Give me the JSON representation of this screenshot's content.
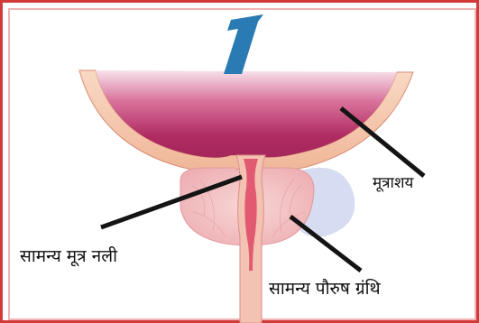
{
  "figure": {
    "number": "1",
    "labels": {
      "bladder": "मूत्राशय",
      "urethra": "सामन्य मूत्र नली",
      "prostate": "सामन्य पौरुष ग्रंथि"
    }
  },
  "colors": {
    "frame": "#d23a3a",
    "frame_inner": "#f0b4b4",
    "number_fill": "#2a7bb3",
    "bladder_wall": "#f4c4a8",
    "bladder_inner": "#b4306a",
    "prostate": "#f2bcc0",
    "urethra": "#e0586e",
    "pointer_line": "#141414",
    "shadow": "#c9d2ec"
  }
}
